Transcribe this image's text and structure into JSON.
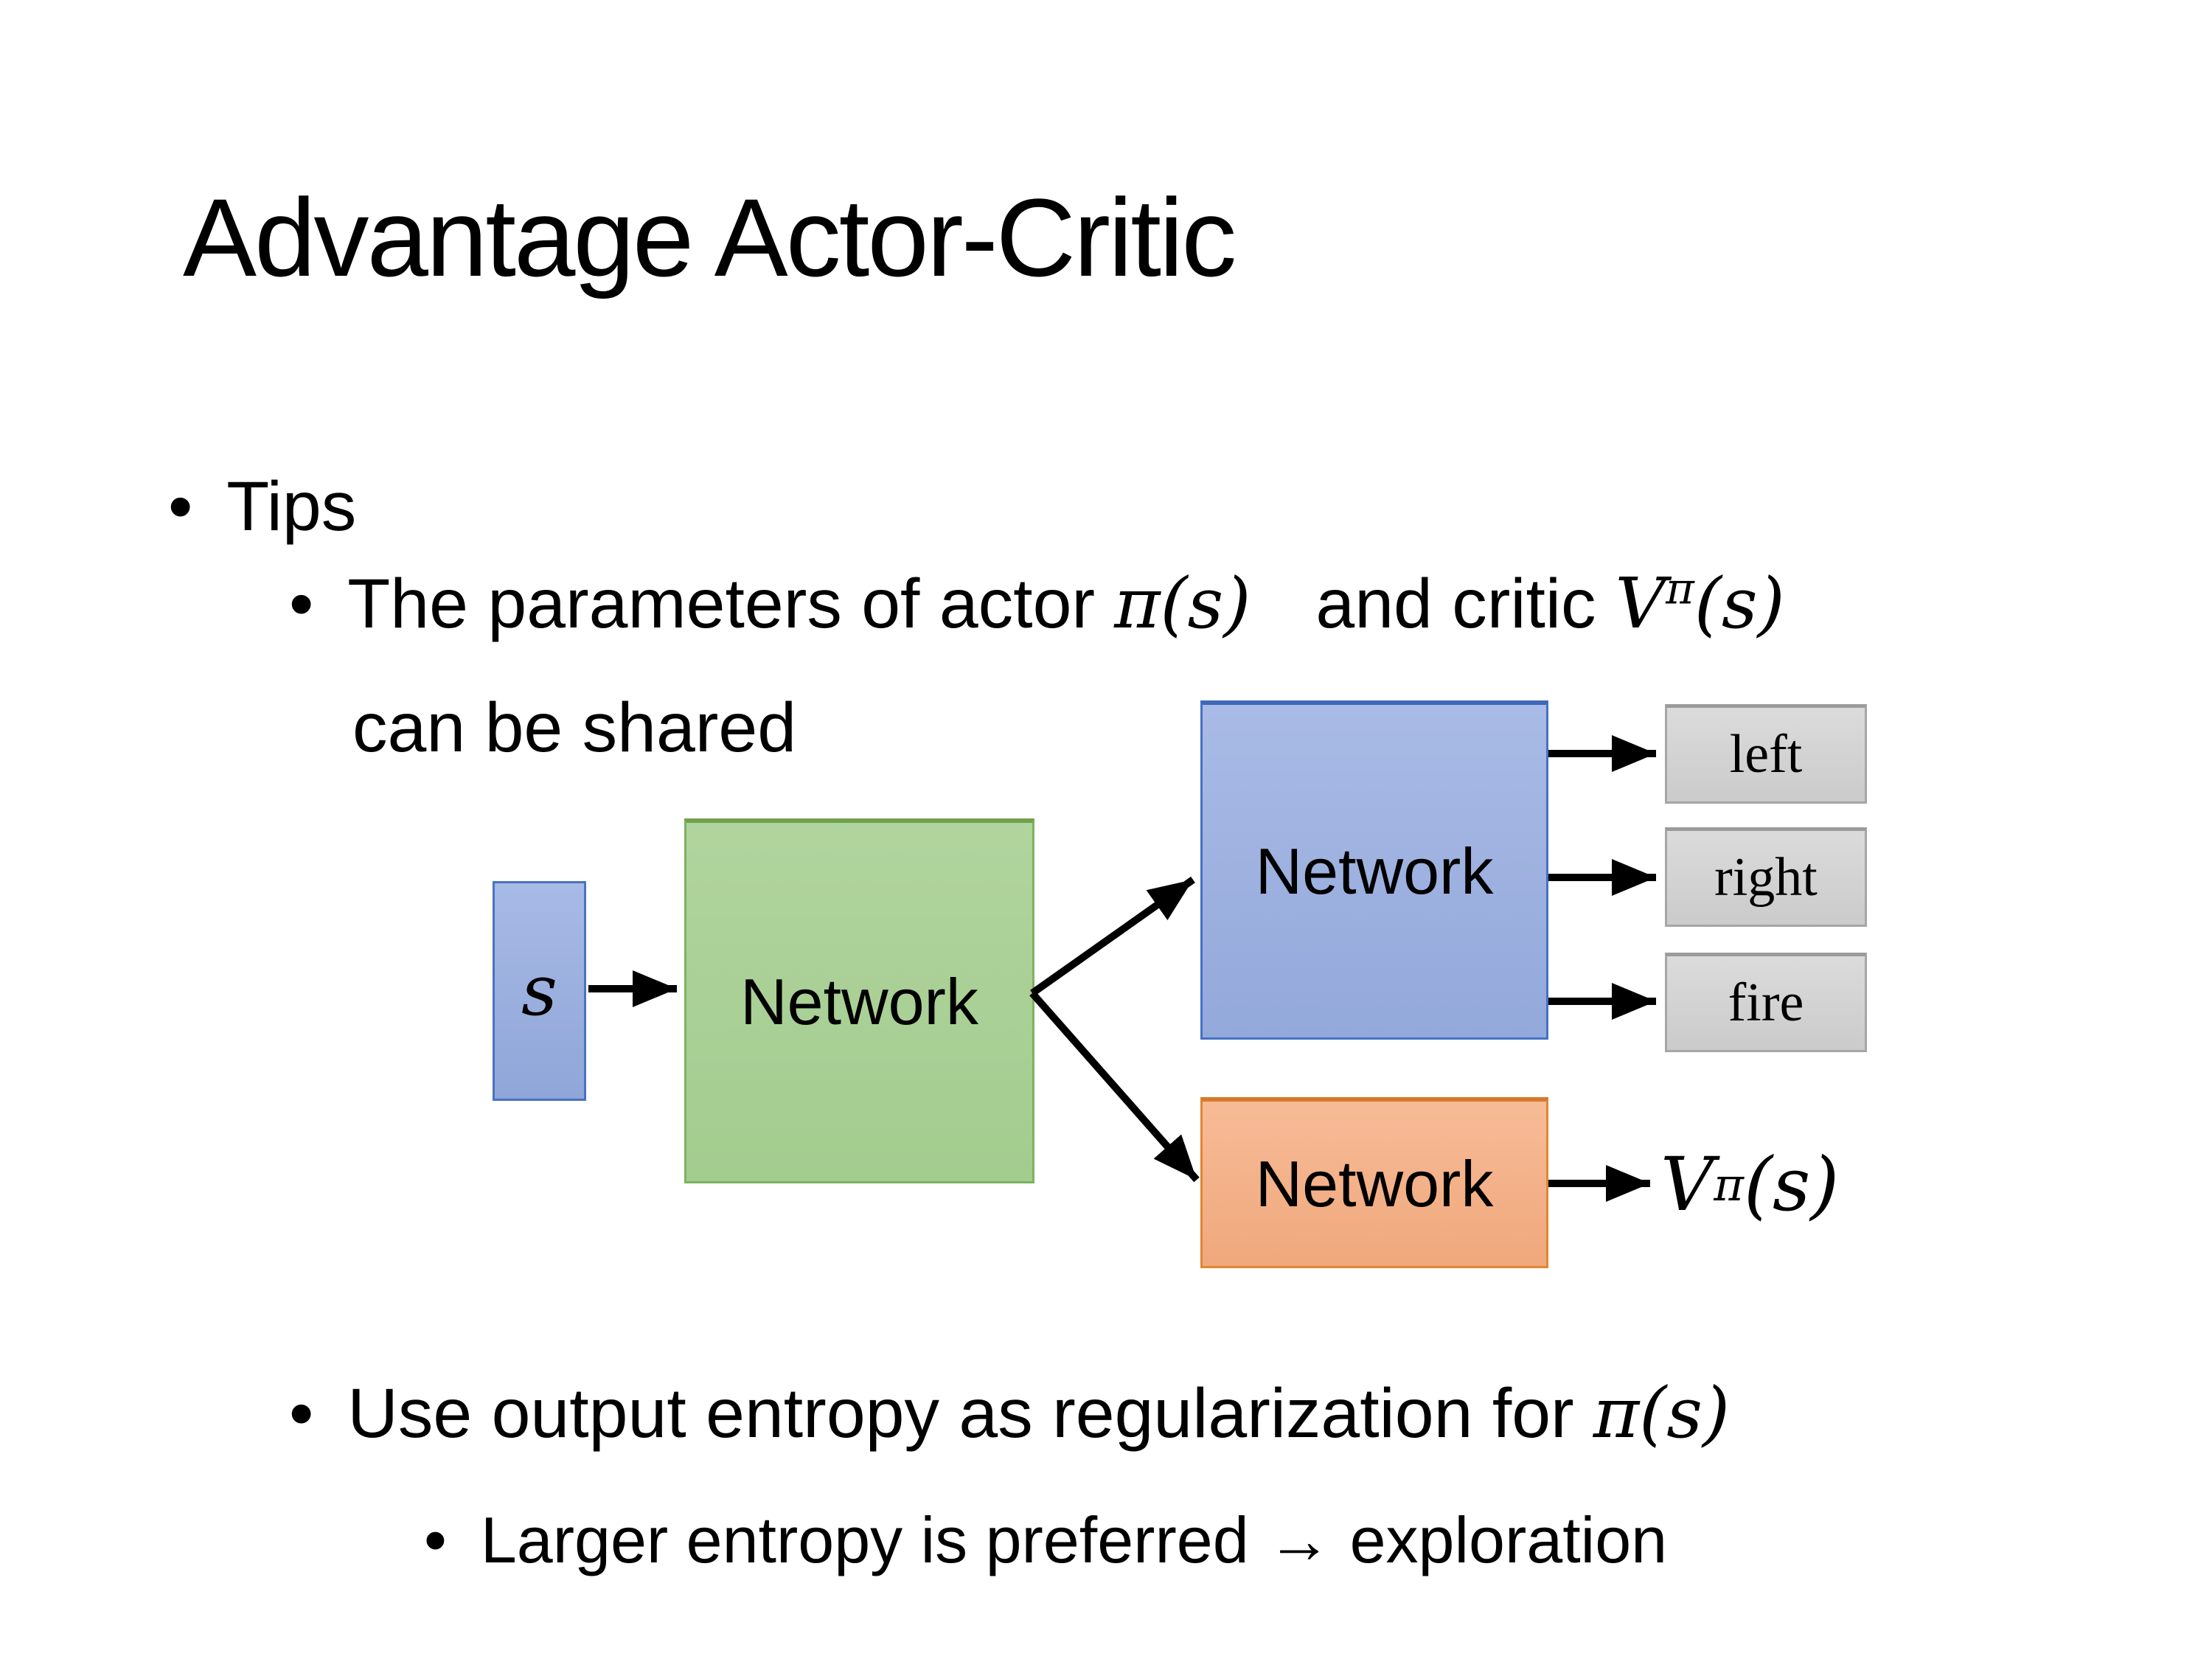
{
  "slide": {
    "title": "Advantage Actor-Critic",
    "bullet_char": "•",
    "tips_label": "Tips",
    "param_bullet": {
      "pre": "The parameters of actor",
      "actor_math": "π(s)",
      "mid": "and critic",
      "critic_math": {
        "v": "V",
        "sup": "π",
        "args": "(s)"
      },
      "line2": "can be shared"
    },
    "entropy_bullet": {
      "pre": "Use output entropy as regularization for",
      "math": "π(s)"
    },
    "exploration_bullet": "Larger entropy is preferred → exploration",
    "diagram": {
      "state_label": "s",
      "shared_network_label": "Network",
      "actor_network_label": "Network",
      "critic_network_label": "Network",
      "action_left": "left",
      "action_right": "right",
      "action_fire": "fire",
      "value_math": {
        "v": "V",
        "sup": "π",
        "args": "(s)"
      },
      "colors": {
        "state_fill": "#9fb3e0",
        "state_border": "#4472c4",
        "shared_fill": "#a9d18e",
        "shared_border": "#7eb25f",
        "actor_fill": "#9db1dd",
        "actor_border": "#4472c4",
        "critic_fill": "#f4b183",
        "critic_border": "#e08632",
        "action_fill": "#d4d4d4",
        "action_border": "#a6a6a6",
        "arrow_color": "#000000",
        "text_color": "#000000"
      }
    }
  }
}
